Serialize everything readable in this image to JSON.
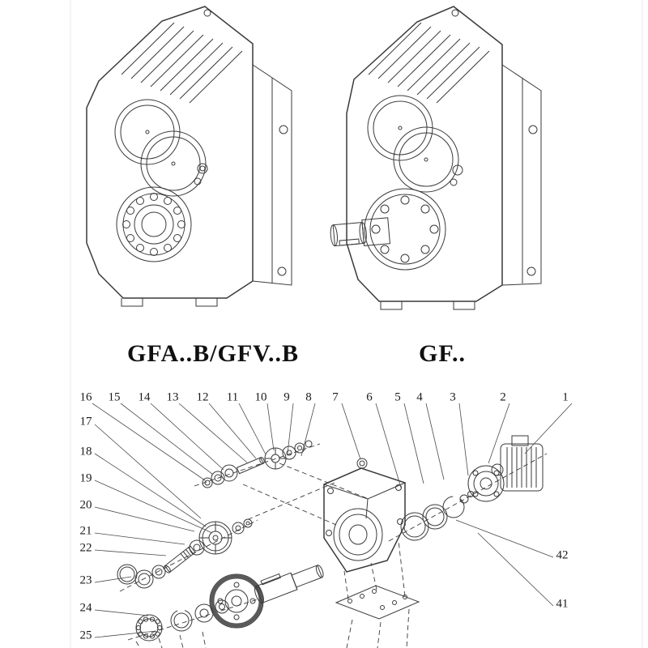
{
  "captions": {
    "left_model": "GFA..B/GFV..B",
    "right_model": "GF.."
  },
  "exploded": {
    "callouts_top": [
      "16",
      "15",
      "14",
      "13",
      "12",
      "11",
      "10",
      "9",
      "8",
      "7",
      "6",
      "5",
      "4",
      "3",
      "2",
      "1"
    ],
    "callouts_left": [
      "17",
      "18",
      "19",
      "20",
      "21",
      "22",
      "23",
      "24",
      "25"
    ],
    "callouts_right": [
      "42",
      "41"
    ]
  },
  "colors": {
    "background": "#ffffff",
    "line": "#3a3a3a"
  }
}
